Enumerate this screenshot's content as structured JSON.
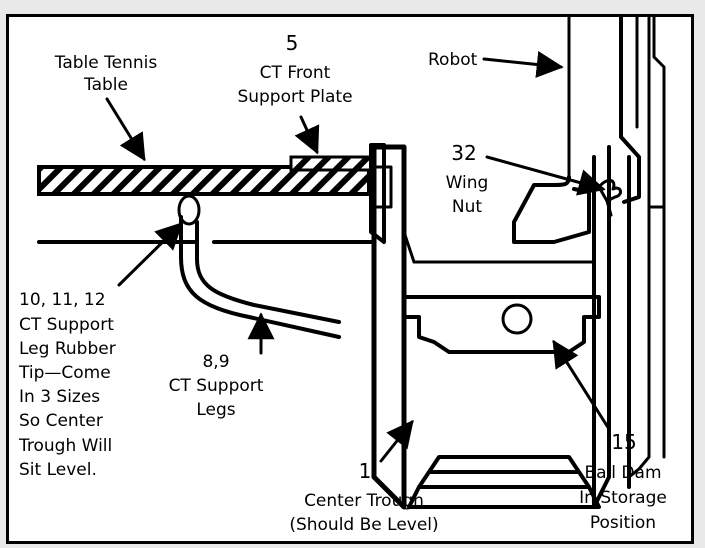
{
  "labels": {
    "table": [
      "Table Tennis",
      "Table"
    ],
    "plate": [
      "5",
      "CT Front",
      "Support Plate"
    ],
    "robot": "Robot",
    "wingnut": [
      "32",
      "Wing",
      "Nut"
    ],
    "rubber_tip": [
      "10, 11, 12",
      "CT Support",
      "Leg Rubber",
      "Tip—Come",
      "In 3 Sizes",
      "So Center",
      "Trough Will",
      "Sit Level."
    ],
    "legs": [
      "8,9",
      "CT Support",
      "Legs"
    ],
    "trough": [
      "1",
      "Center Trough",
      "(Should Be Level)"
    ],
    "balldam": [
      "15",
      "Ball Dam",
      "In Storage",
      "Position"
    ]
  },
  "colors": {
    "line": "#000000",
    "background": "#ffffff",
    "page": "#e9e9e9"
  }
}
